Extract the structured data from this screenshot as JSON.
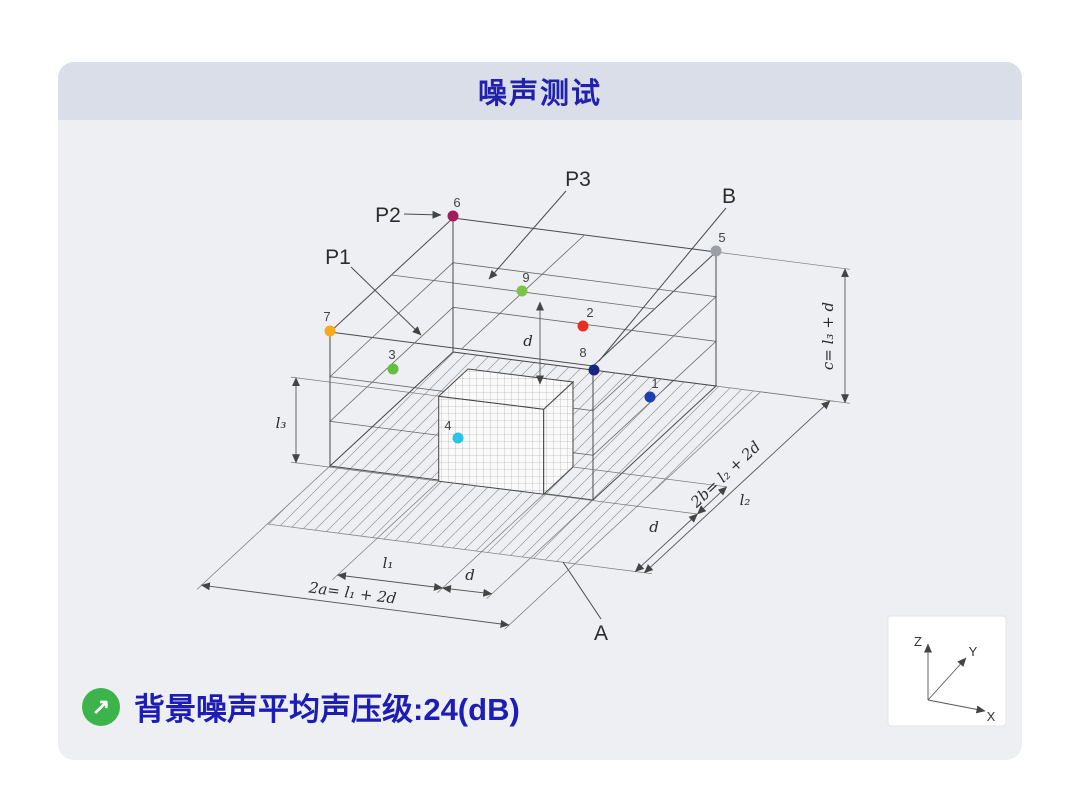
{
  "header": {
    "title": "噪声测试"
  },
  "diagram": {
    "planes": {
      "p1": "P1",
      "p2": "P2",
      "p3": "P3"
    },
    "refs": {
      "a": "A",
      "b": "B"
    },
    "dims": {
      "l1": "l₁",
      "l2": "l₂",
      "l3": "l₃",
      "d": "d",
      "c": "c= l₃ + d",
      "two_a": "2a= l₁ + 2d",
      "two_b": "2b= l₂ + 2d"
    },
    "points": [
      {
        "label": "1",
        "color": "#1d3fae"
      },
      {
        "label": "2",
        "color": "#e53125"
      },
      {
        "label": "3",
        "color": "#63bf3f"
      },
      {
        "label": "4",
        "color": "#29c5e6"
      },
      {
        "label": "5",
        "color": "#9aa0a6"
      },
      {
        "label": "6",
        "color": "#a21d59"
      },
      {
        "label": "7",
        "color": "#f7a81b"
      },
      {
        "label": "8",
        "color": "#16277f"
      },
      {
        "label": "9",
        "color": "#7fc24a"
      }
    ],
    "axes": {
      "x": "X",
      "y": "Y",
      "z": "Z"
    }
  },
  "footer": {
    "arrow": "↗",
    "label": "背景噪声平均声压级:24(dB)"
  }
}
